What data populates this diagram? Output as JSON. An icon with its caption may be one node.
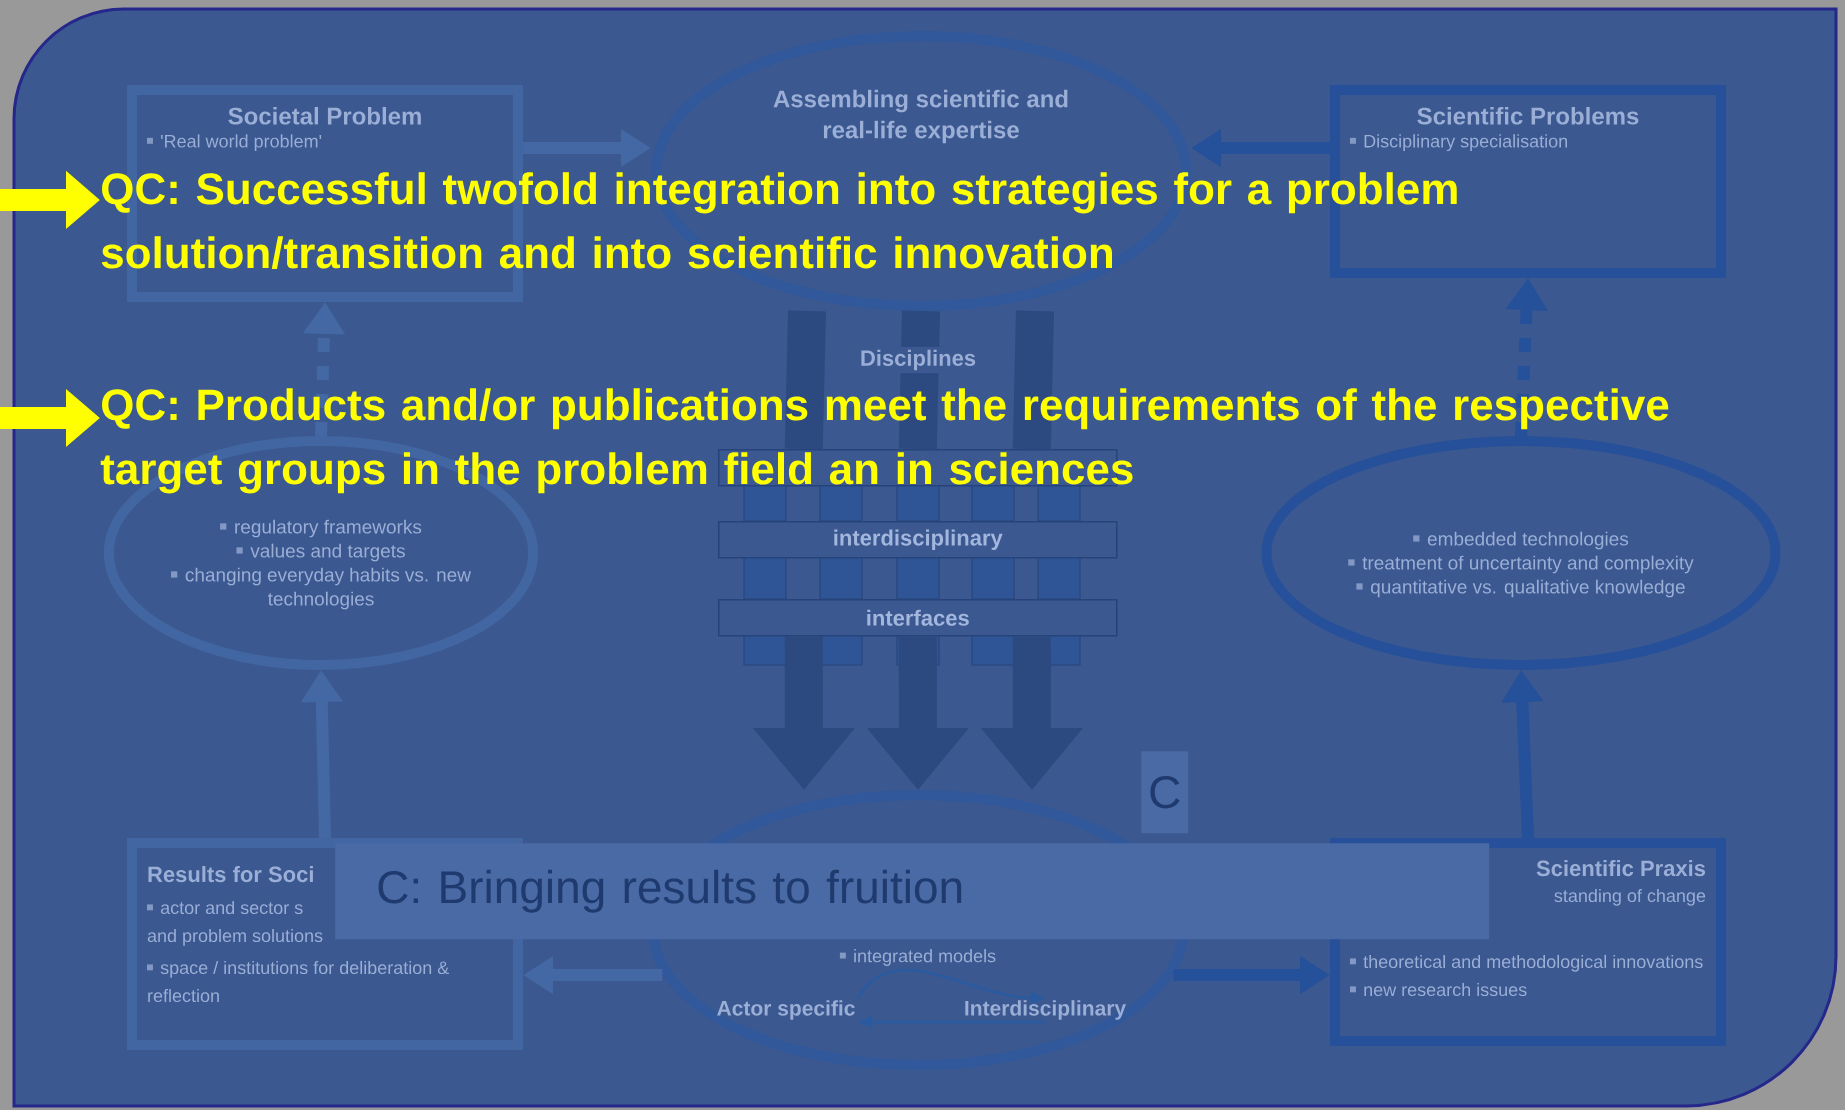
{
  "diagram": {
    "nodes": [
      {
        "text": [
          "Societal Problem",
          "'Real world problem'"
        ]
      },
      {
        "text": [
          "Assembling scientific and real-life expertise"
        ]
      },
      {
        "text": [
          "Scientific Problems",
          "Disciplinary specialisation"
        ]
      },
      {
        "text": [
          "regulatory frameworks",
          "values and targets",
          "changing everyday habits vs. new technologies"
        ]
      },
      {
        "text": [],
        "shape": "bar"
      },
      {
        "text": [
          "interdisciplinary"
        ]
      },
      {
        "text": [
          "interfaces"
        ]
      },
      {
        "text": [
          "embedded technologies",
          "treatment of uncertainty and complexity",
          "quantitative vs. qualitative knowledge"
        ]
      },
      {
        "text": [
          "Results for Soci",
          "actor and sector s",
          "and problem solutions",
          "space / institutions for deliberation & reflection"
        ]
      },
      {
        "text": [
          "integrated models"
        ]
      },
      {
        "text": [
          "Actor specific"
        ],
        "in": 9
      },
      {
        "text": [
          "Interdisciplinary"
        ],
        "in": 9
      },
      {
        "text": [
          "Scientific Praxis",
          "standing of change",
          "theoretical and methodological innovations",
          "new research issues"
        ]
      },
      {
        "text": [
          "C"
        ]
      },
      {
        "text": [
          "C: Bringing results to fruition"
        ]
      },
      {
        "text": [
          "QC: Successful twofold integration into strategies for a problem solution/transition and into scientific innovation"
        ]
      },
      {
        "text": [
          "QC: Products and/or publications meet the requirements of the respective target groups in the problem field an in sciences"
        ]
      }
    ],
    "edges": [
      {
        "from": 0,
        "to": 1,
        "arrow": "to",
        "color": "#4468a3"
      },
      {
        "from": 2,
        "to": 1,
        "arrow": "to",
        "color": "#25509a"
      },
      {
        "from": 3,
        "to": 0,
        "arrow": "to",
        "style": "dashed",
        "color": "#4468a3"
      },
      {
        "from": 7,
        "to": 2,
        "arrow": "to",
        "style": "dashed",
        "color": "#25509a"
      },
      {
        "from": 8,
        "to": 3,
        "arrow": "to",
        "color": "#4468a3"
      },
      {
        "from": 12,
        "to": 7,
        "arrow": "to",
        "color": "#25509a"
      },
      {
        "from": 9,
        "to": 8,
        "arrow": "to",
        "color": "#4468a3"
      },
      {
        "from": 9,
        "to": 12,
        "arrow": "to",
        "color": "#25509a"
      },
      {
        "from": 1,
        "to": 4,
        "arrow": "none",
        "style": "thick",
        "color": "#2c4a80"
      },
      {
        "from": 1,
        "to": 4,
        "arrow": "none",
        "style": "thick",
        "color": "#2c4a80"
      },
      {
        "from": 1,
        "to": 4,
        "arrow": "none",
        "style": "thick",
        "color": "#2c4a80"
      },
      {
        "from": 6,
        "to": 9,
        "arrow": "to",
        "style": "thick",
        "color": "#2c4a80"
      },
      {
        "from": 6,
        "to": 9,
        "arrow": "to",
        "style": "thick",
        "color": "#2c4a80"
      },
      {
        "from": 6,
        "to": 9,
        "arrow": "to",
        "style": "thick",
        "color": "#2c4a80"
      },
      {
        "from": 10,
        "to": 11,
        "arrow": "to",
        "color": "#2a5aa0"
      },
      {
        "from": 11,
        "to": 10,
        "arrow": "to",
        "color": "#2a5aa0"
      },
      {
        "from": null,
        "to": 15,
        "arrow": "to",
        "style": "thick",
        "color": "#ffff00"
      },
      {
        "from": null,
        "to": 16,
        "arrow": "to",
        "style": "thick",
        "color": "#ffff00"
      }
    ],
    "labels": [
      "Disciplines"
    ]
  }
}
